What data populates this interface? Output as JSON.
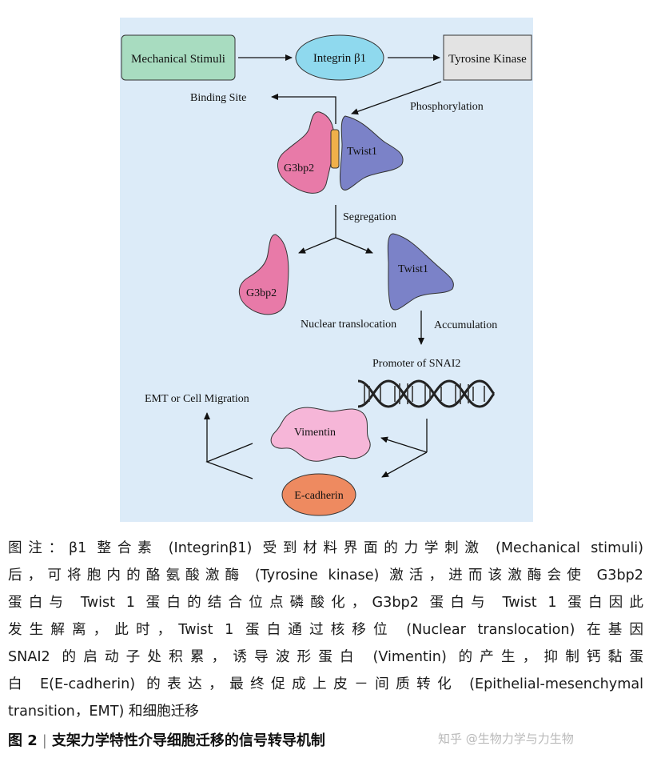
{
  "diagram": {
    "mechanical_stimuli": "Mechanical Stimuli",
    "integrin": "Integrin β1",
    "tyrosine_kinase": "Tyrosine Kinase",
    "binding_site": "Binding Site",
    "phosphorylation": "Phosphorylation",
    "g3bp2": "G3bp2",
    "twist1": "Twist1",
    "segregation": "Segregation",
    "nuclear_translocation": "Nuclear translocation",
    "accumulation": "Accumulation",
    "promoter": "Promoter of SNAI2",
    "emt": "EMT or Cell Migration",
    "vimentin": "Vimentin",
    "e_cadherin": "E-cadherin",
    "colors": {
      "background": "#dcebf8",
      "mechanical_box": "#a8dcc0",
      "integrin_ellipse": "#8fd9ee",
      "tyrosine_box": "#e3e3e3",
      "g3bp2": "#e87aa8",
      "twist1": "#7b82c8",
      "binding_bar": "#f0b04a",
      "vimentin": "#f6b6d8",
      "e_cadherin": "#ee8a60"
    }
  },
  "caption": {
    "lines": [
      "图注：β1 整合素 (Integrinβ1) 受到材料界面的力学刺激 (Mechanical stimuli)",
      "后，可将胞内的酪氨酸激酶 (Tyrosine kinase) 激活，进而该激酶会使 G3bp2",
      "蛋白与 Twist 1 蛋白的结合位点磷酸化，G3bp2 蛋白与 Twist 1 蛋白因此",
      "发生解离，此时，Twist 1 蛋白通过核移位 (Nuclear translocation) 在基因",
      "SNAI2 的启动子处积累，诱导波形蛋白 (Vimentin) 的产生，抑制钙黏蛋",
      "白 E(E-cadherin) 的表达，最终促成上皮－间质转化 (Epithelial-mesenchymal",
      "transition，EMT) 和细胞迁移"
    ]
  },
  "figure": {
    "number": "图 2",
    "separator": "|",
    "title": "支架力学特性介导细胞迁移的信号转导机制"
  },
  "watermark": "知乎 @生物力学与力生物"
}
